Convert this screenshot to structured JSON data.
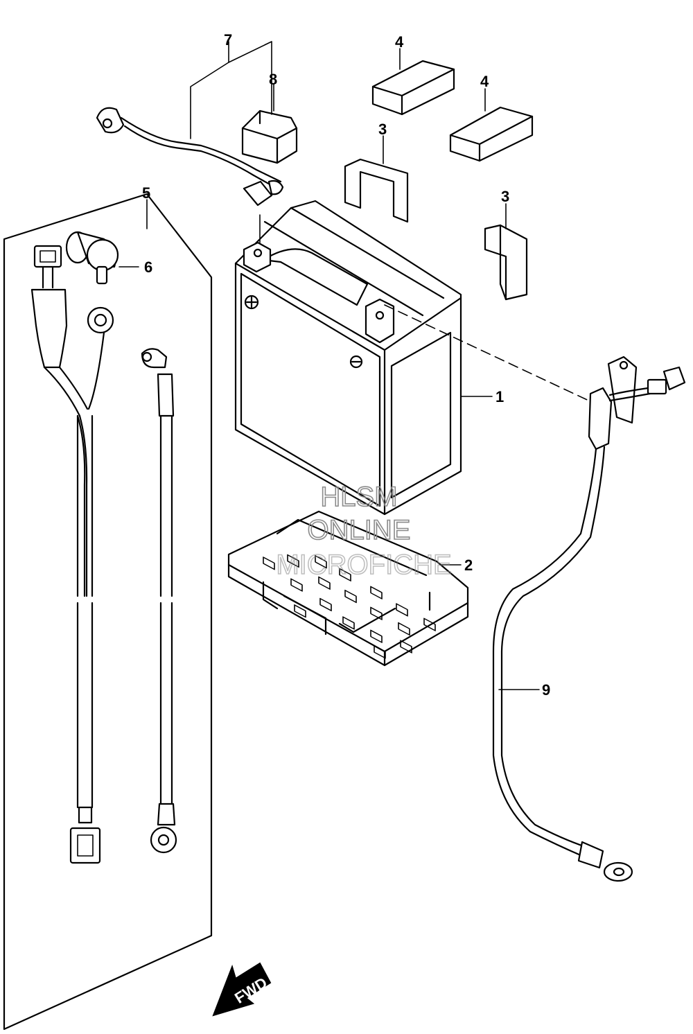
{
  "callouts": {
    "p1": "1",
    "p2": "2",
    "p3a": "3",
    "p3b": "3",
    "p4a": "4",
    "p4b": "4",
    "p5": "5",
    "p6": "6",
    "p7": "7",
    "p8": "8",
    "p9": "9"
  },
  "watermark": {
    "line1": "HLSM",
    "line2": "ONLINE",
    "line3": "MICROFICHE"
  },
  "fwd_arrow": {
    "label": "FWD",
    "icon": "fwd-arrow-icon"
  }
}
